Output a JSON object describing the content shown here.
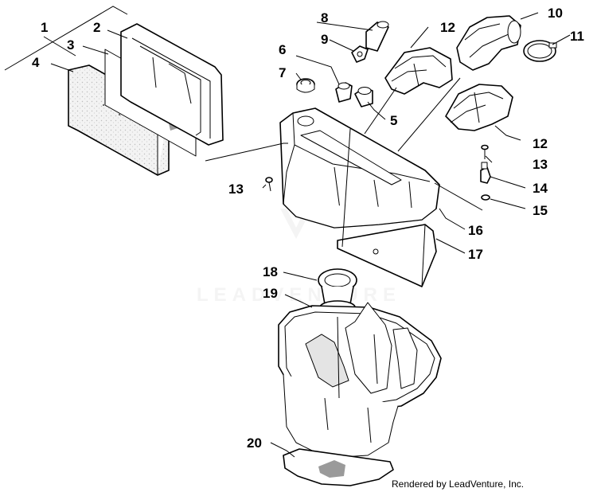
{
  "callouts": [
    {
      "id": "1",
      "label": "1"
    },
    {
      "id": "2",
      "label": "2"
    },
    {
      "id": "3",
      "label": "3"
    },
    {
      "id": "4",
      "label": "4"
    },
    {
      "id": "5",
      "label": "5"
    },
    {
      "id": "6",
      "label": "6"
    },
    {
      "id": "7",
      "label": "7"
    },
    {
      "id": "8",
      "label": "8"
    },
    {
      "id": "9",
      "label": "9"
    },
    {
      "id": "10",
      "label": "10"
    },
    {
      "id": "11",
      "label": "11"
    },
    {
      "id": "12a",
      "label": "12"
    },
    {
      "id": "12b",
      "label": "12"
    },
    {
      "id": "13a",
      "label": "13"
    },
    {
      "id": "13b",
      "label": "13"
    },
    {
      "id": "14",
      "label": "14"
    },
    {
      "id": "15",
      "label": "15"
    },
    {
      "id": "16",
      "label": "16"
    },
    {
      "id": "17",
      "label": "17"
    },
    {
      "id": "18",
      "label": "18"
    },
    {
      "id": "19",
      "label": "19"
    },
    {
      "id": "20",
      "label": "20"
    }
  ],
  "watermark": "LEADVENTURE",
  "footer": "Rendered by LeadVenture, Inc."
}
